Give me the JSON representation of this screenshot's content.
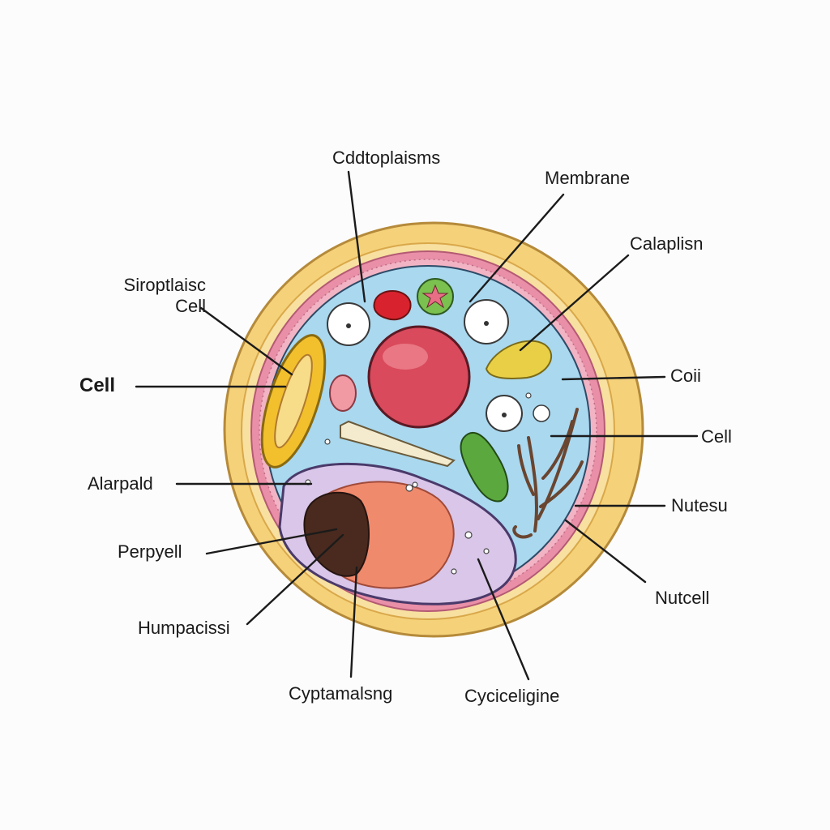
{
  "labels": {
    "cdd_toplaisms": "Cddtoplaisms",
    "membrane": "Membrane",
    "calaplisn": "Calaplisn",
    "siroptlaisc_line1": "Siroptlaisc",
    "siroptlaisc_line2": "Cell",
    "cell_left": "Cell",
    "coii": "Coii",
    "cell_right": "Cell",
    "alarpald": "Alarpald",
    "nutesu": "Nutesu",
    "perpyell": "Perpyell",
    "nutcell": "Nutcell",
    "humpacissi": "Humpacissi",
    "cyptamalsng": "Cyptamalsng",
    "cyciceligine": "Cyciceligine"
  },
  "colors": {
    "cell_wall": "#f5d27a",
    "membrane_band": "#e98fa8",
    "cytoplasm": "#a9d8ef",
    "nucleus": "#d94a5c",
    "vacuole": "#d9c6e8",
    "nucleolus": "#f08a6c",
    "dark_mass": "#4a2a1e",
    "chloroplast": "#f2c02c",
    "green_organelle": "#5aa83e",
    "yellow_organelle": "#e8cf45",
    "root_structure": "#9a6b48"
  }
}
